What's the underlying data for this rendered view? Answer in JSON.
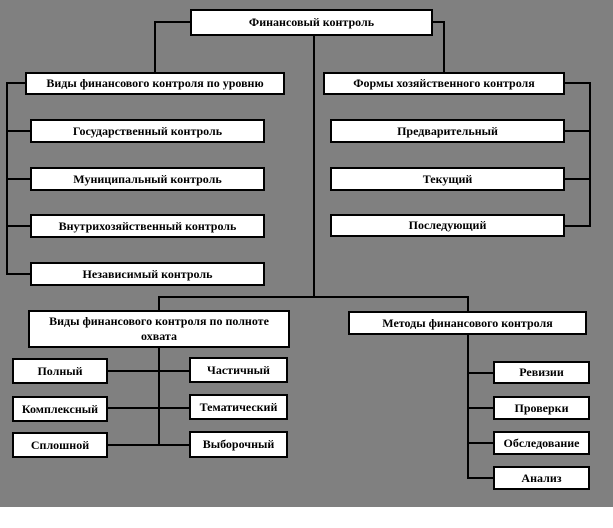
{
  "diagram": {
    "root": {
      "label": "Финансовый контроль"
    },
    "level_section": {
      "header": "Виды финансового контроля по уровню",
      "items": [
        {
          "label": "Государственный контроль"
        },
        {
          "label": "Муниципальный контроль"
        },
        {
          "label": "Внутрихозяйственный контроль"
        },
        {
          "label": "Независимый контроль"
        }
      ]
    },
    "forms_section": {
      "header": "Формы хозяйственного контроля",
      "items": [
        {
          "label": "Предварительный"
        },
        {
          "label": "Текущий"
        },
        {
          "label": "Последующий"
        }
      ]
    },
    "coverage_section": {
      "header": "Виды финансового контроля по полноте охвата",
      "left_items": [
        {
          "label": "Полный"
        },
        {
          "label": "Комплексный"
        },
        {
          "label": "Сплошной"
        }
      ],
      "right_items": [
        {
          "label": "Частичный"
        },
        {
          "label": "Тематический"
        },
        {
          "label": "Выборочный"
        }
      ]
    },
    "methods_section": {
      "header": "Методы финансового контроля",
      "items": [
        {
          "label": "Ревизии"
        },
        {
          "label": "Проверки"
        },
        {
          "label": "Обследование"
        },
        {
          "label": "Анализ"
        }
      ]
    },
    "colors": {
      "background": "#808080",
      "box_fill": "#ffffff",
      "box_border": "#000000",
      "text": "#000000"
    }
  }
}
